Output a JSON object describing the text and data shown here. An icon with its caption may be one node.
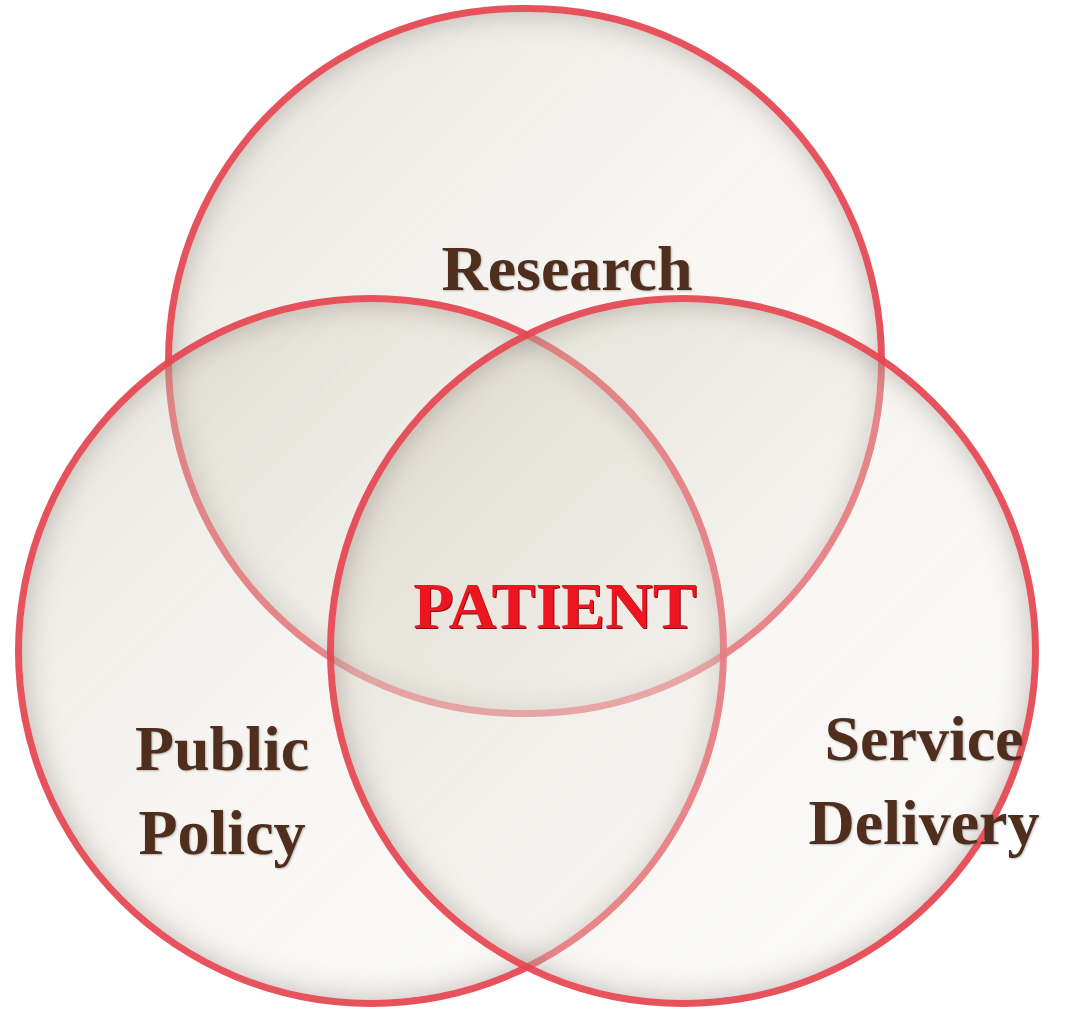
{
  "diagram": {
    "nodes": [
      {
        "text": [
          "Research"
        ]
      },
      {
        "text": [
          "Public Policy"
        ]
      },
      {
        "text": [
          "Service Delivery"
        ]
      }
    ],
    "labels": [
      "PATIENT"
    ]
  }
}
